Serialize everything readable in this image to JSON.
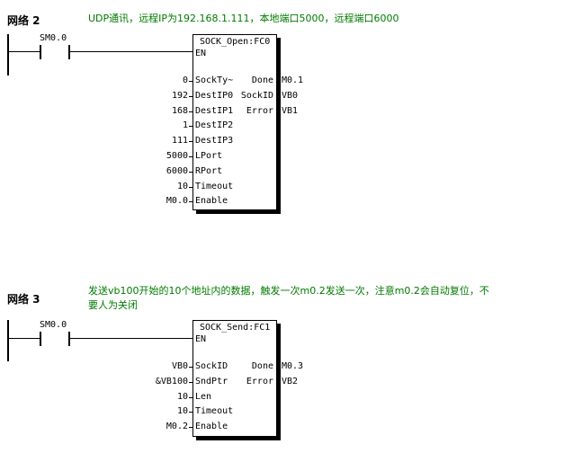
{
  "network2": {
    "title": "网络 2",
    "comment": "UDP通讯，远程IP为192.168.1.111，本地端口5000，远程端口6000",
    "contact": "SM0.0",
    "block": {
      "name": "SOCK_Open:FC0",
      "en": "EN",
      "inputs": [
        {
          "pin": "SockTy~",
          "value": "0"
        },
        {
          "pin": "DestIP0",
          "value": "192"
        },
        {
          "pin": "DestIP1",
          "value": "168"
        },
        {
          "pin": "DestIP2",
          "value": "1"
        },
        {
          "pin": "DestIP3",
          "value": "111"
        },
        {
          "pin": "LPort",
          "value": "5000"
        },
        {
          "pin": "RPort",
          "value": "6000"
        },
        {
          "pin": "Timeout",
          "value": "10"
        },
        {
          "pin": "Enable",
          "value": "M0.0"
        }
      ],
      "outputs": [
        {
          "pin": "Done",
          "value": "M0.1"
        },
        {
          "pin": "SockID",
          "value": "VB0"
        },
        {
          "pin": "Error",
          "value": "VB1"
        }
      ]
    }
  },
  "network3": {
    "title": "网络 3",
    "comment_line1": "发送vb100开始的10个地址内的数据，触发一次m0.2发送一次，注意m0.2会自动复位，不",
    "comment_line2": "要人为关闭",
    "contact": "SM0.0",
    "block": {
      "name": "SOCK_Send:FC1",
      "en": "EN",
      "inputs": [
        {
          "pin": "SockID",
          "value": "VB0"
        },
        {
          "pin": "SndPtr",
          "value": "&VB100"
        },
        {
          "pin": "Len",
          "value": "10"
        },
        {
          "pin": "Timeout",
          "value": "10"
        },
        {
          "pin": "Enable",
          "value": "M0.2"
        }
      ],
      "outputs": [
        {
          "pin": "Done",
          "value": "M0.3"
        },
        {
          "pin": "Error",
          "value": "VB2"
        }
      ]
    }
  }
}
